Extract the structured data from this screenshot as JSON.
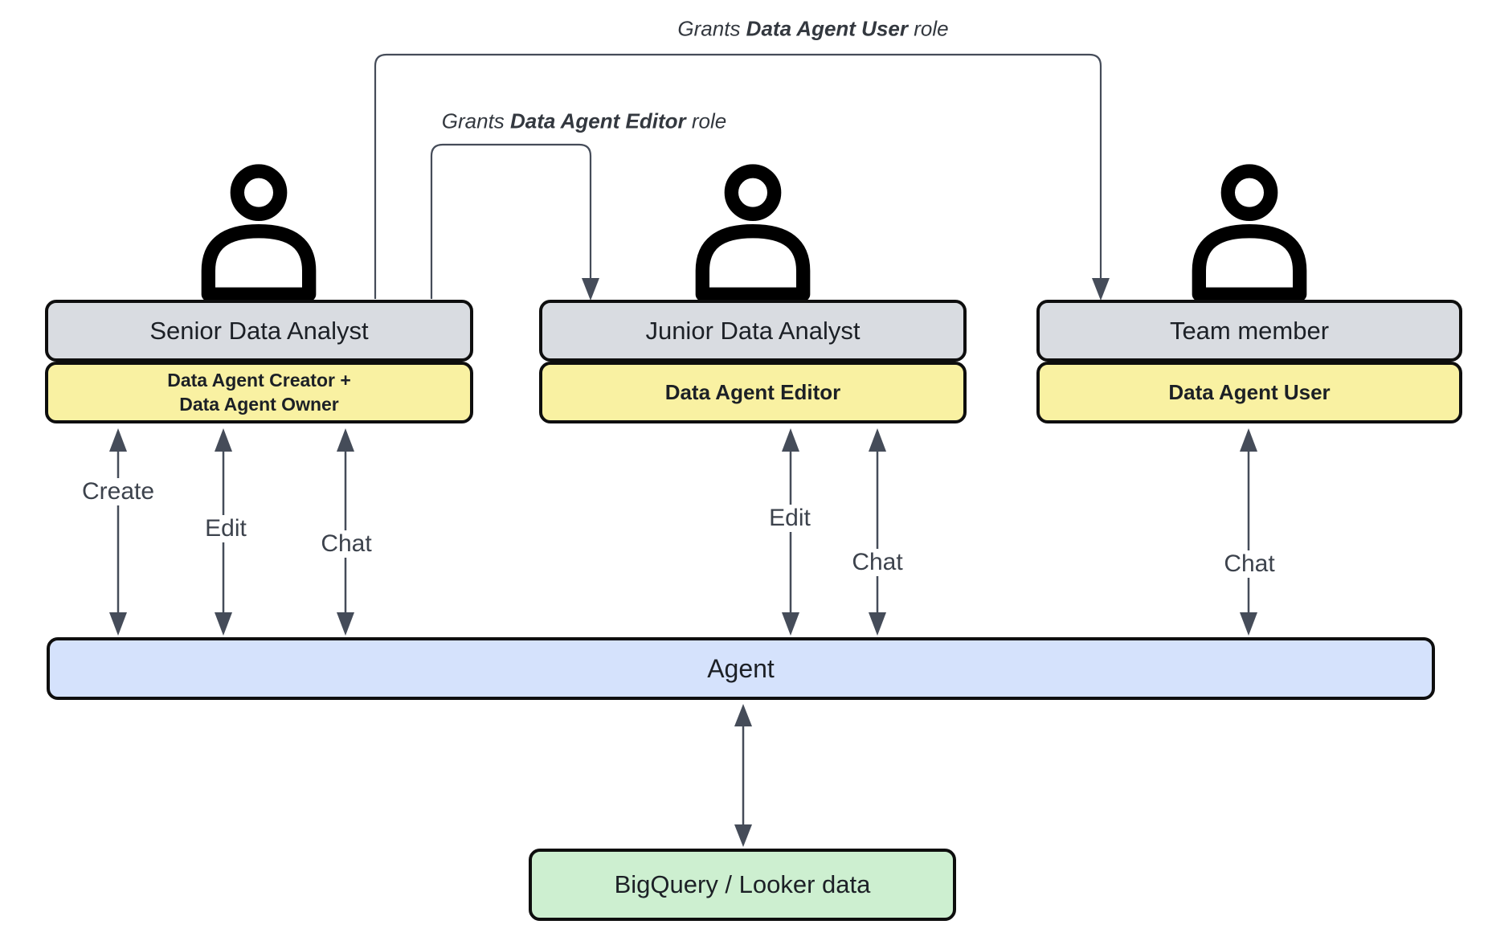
{
  "colors": {
    "role_box": "#d9dce1",
    "permission_box": "#f9f1a2",
    "agent_bar": "#d5e2fc",
    "datasource_box": "#cdefd0",
    "arrow": "#454c59"
  },
  "grant_labels": [
    {
      "prefix": "Grants ",
      "bold": "Data Agent User",
      "suffix": " role"
    },
    {
      "prefix": "Grants ",
      "bold": "Data Agent Editor",
      "suffix": " role"
    }
  ],
  "actors": [
    {
      "title": "Senior Data Analyst",
      "role": "Data Agent Creator +\nData Agent Owner",
      "icon": "person-icon"
    },
    {
      "title": "Junior Data Analyst",
      "role": "Data Agent Editor",
      "icon": "person-icon"
    },
    {
      "title": "Team member",
      "role": "Data Agent User",
      "icon": "person-icon"
    }
  ],
  "actions": {
    "senior_create": "Create",
    "senior_edit": "Edit",
    "senior_chat": "Chat",
    "junior_edit": "Edit",
    "junior_chat": "Chat",
    "team_chat": "Chat"
  },
  "agent": {
    "label": "Agent"
  },
  "datasource": {
    "label": "BigQuery / Looker data"
  }
}
